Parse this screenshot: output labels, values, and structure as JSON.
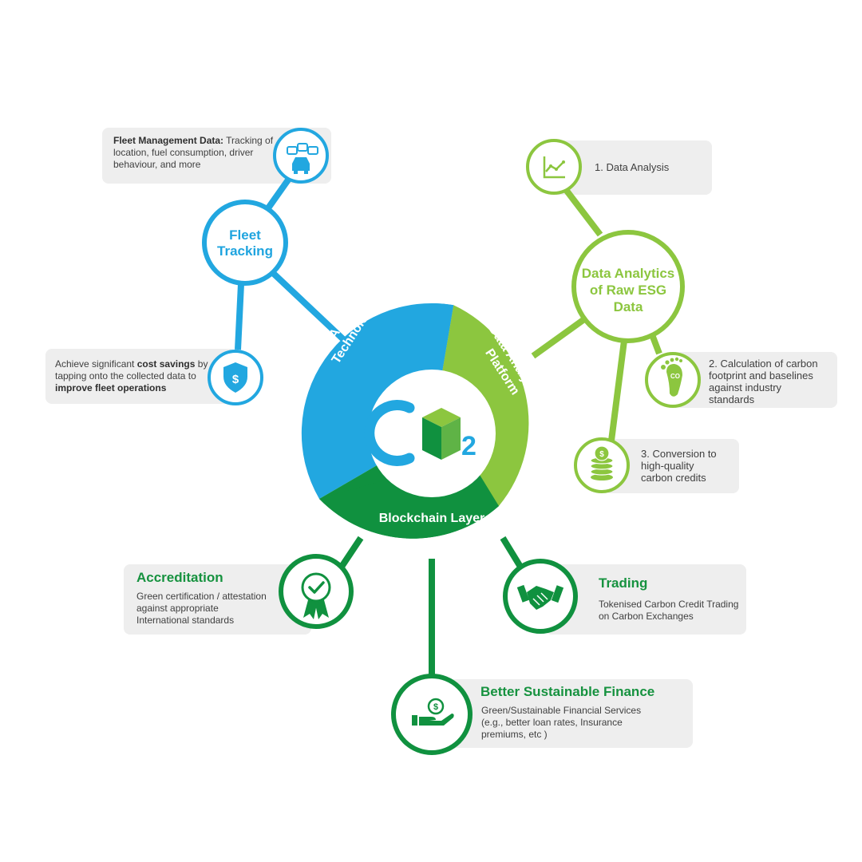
{
  "colors": {
    "blue": "#22a7e0",
    "light_green": "#8cc63f",
    "dark_green": "#10913f",
    "card_bg": "#eeeeee",
    "text": "#3f3f3f"
  },
  "center": {
    "segment_left": "Data Aquisition Technology",
    "segment_left_line1": "Data Aquisition",
    "segment_left_line2": "Technology",
    "segment_right": "Data Analytics Platform",
    "segment_right_line1": "Data Analytics",
    "segment_right_line2": "Platform",
    "segment_bottom": "Blockchain Layer",
    "logo_letter": "C",
    "logo_subscript": "2"
  },
  "fleet": {
    "hub_line1": "Fleet",
    "hub_line2": "Tracking",
    "data_card": {
      "bold": "Fleet Management Data:",
      "text1": " Tracking of",
      "text2": "location, fuel consumption, driver",
      "text3": "behaviour, and more",
      "icon": "cars-icon"
    },
    "savings_card": {
      "text1": "Achieve significant ",
      "bold1": "cost savings",
      "text2": " by",
      "text3": "tapping onto the collected data to",
      "bold2": "improve fleet operations",
      "icon": "shield-dollar-icon"
    }
  },
  "analytics": {
    "hub_line1": "Data Analytics",
    "hub_line2": "of Raw ESG",
    "hub_line3": "Data",
    "items": [
      {
        "line1": "1. Data Analysis",
        "icon": "line-chart-icon"
      },
      {
        "line1": "2. Calculation of carbon",
        "line2": "footprint and baselines",
        "line3": "against industry",
        "line4": "standards",
        "icon": "co2-footprint-icon"
      },
      {
        "line1": "3. Conversion to",
        "line2": "high-quality",
        "line3": "carbon credits",
        "icon": "coin-stack-icon"
      }
    ]
  },
  "blockchain": {
    "accreditation": {
      "title": "Accreditation",
      "line1": "Green certification / attestation",
      "line2": "against appropriate",
      "line3": "International standards",
      "icon": "award-ribbon-icon"
    },
    "trading": {
      "title": "Trading",
      "line1": "Tokenised Carbon Credit Trading",
      "line2": "on Carbon Exchanges",
      "icon": "handshake-icon"
    },
    "finance": {
      "title": "Better Sustainable Finance",
      "line1": "Green/Sustainable Financial Services",
      "line2": "(e.g., better loan rates, Insurance",
      "line3": "premiums, etc )",
      "icon": "hand-coin-icon"
    }
  }
}
